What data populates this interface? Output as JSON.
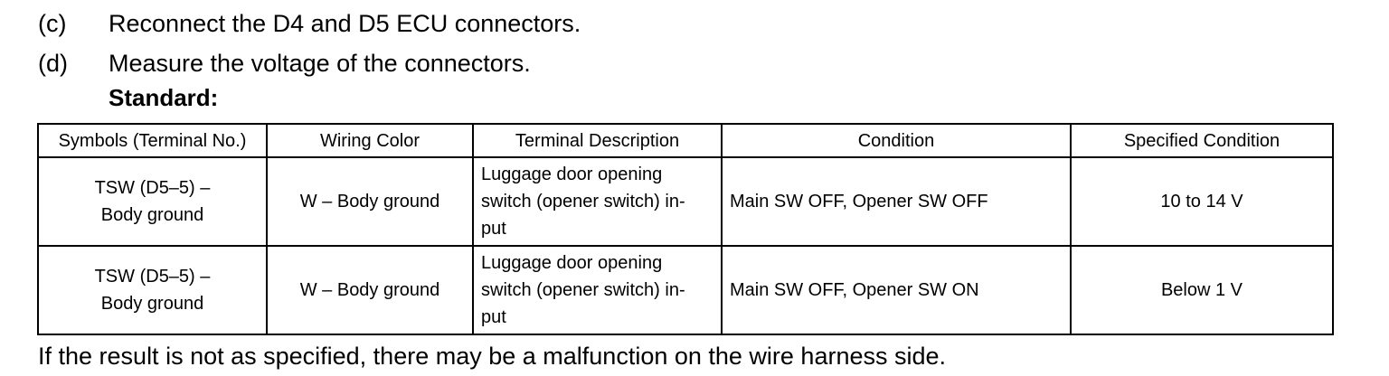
{
  "steps": [
    {
      "letter": "(c)",
      "text": "Reconnect the D4 and D5 ECU connectors."
    },
    {
      "letter": "(d)",
      "text": "Measure the voltage of the connectors."
    }
  ],
  "standard_label": "Standard:",
  "table": {
    "headers": [
      "Symbols (Terminal No.)",
      "Wiring Color",
      "Terminal Description",
      "Condition",
      "Specified Condition"
    ],
    "rows": [
      {
        "symbol_line1": "TSW (D5–5) –",
        "symbol_line2": "Body ground",
        "wiring": "W – Body ground",
        "desc_line1": "Luggage door opening",
        "desc_line2": "switch (opener switch) in-",
        "desc_line3": "put",
        "condition": "Main SW OFF, Opener SW OFF",
        "specified": "10 to 14 V"
      },
      {
        "symbol_line1": "TSW (D5–5) –",
        "symbol_line2": "Body ground",
        "wiring": "W – Body ground",
        "desc_line1": "Luggage door opening",
        "desc_line2": "switch (opener switch) in-",
        "desc_line3": "put",
        "condition": "Main SW OFF, Opener SW ON",
        "specified": "Below 1 V"
      }
    ]
  },
  "result_text": "If the result is not as specified, there may be a malfunction on the wire harness side."
}
